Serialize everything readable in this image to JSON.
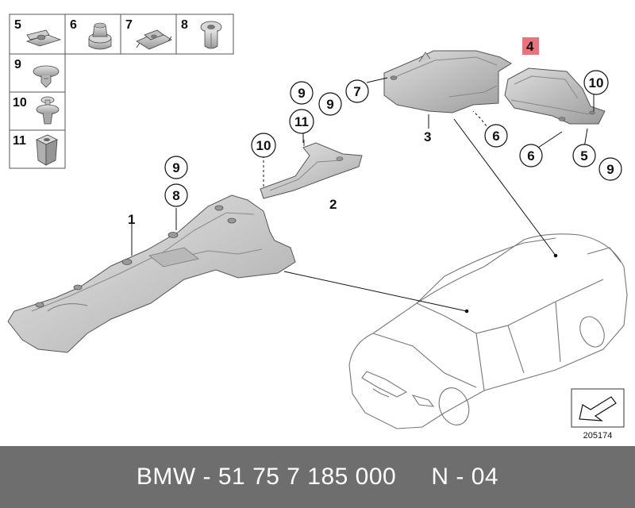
{
  "parts_grid": {
    "cells": [
      {
        "number": "5",
        "icon": "clip-nut-icon"
      },
      {
        "number": "6",
        "icon": "hex-nut-icon"
      },
      {
        "number": "7",
        "icon": "spring-clip-icon"
      },
      {
        "number": "8",
        "icon": "expanding-rivet-icon"
      },
      {
        "number": "9",
        "icon": "push-rivet-icon"
      },
      {
        "number": "10",
        "icon": "plastic-rivet-icon"
      },
      {
        "number": "11",
        "icon": "square-nut-icon"
      }
    ]
  },
  "callouts": {
    "c1": "1",
    "c2": "2",
    "c3": "3",
    "c4": "4",
    "c5": "5",
    "c6a": "6",
    "c6b": "6",
    "c7": "7",
    "c8": "8",
    "c9a": "9",
    "c9b": "9",
    "c9c": "9",
    "c9d": "9",
    "c10a": "10",
    "c10b": "10",
    "c11": "11"
  },
  "highlight_color": "#e8737a",
  "reference_number": "205174",
  "footer": {
    "text": "BMW - 51 75 7 185 000     N - 04",
    "background": "#6e6e6e"
  }
}
